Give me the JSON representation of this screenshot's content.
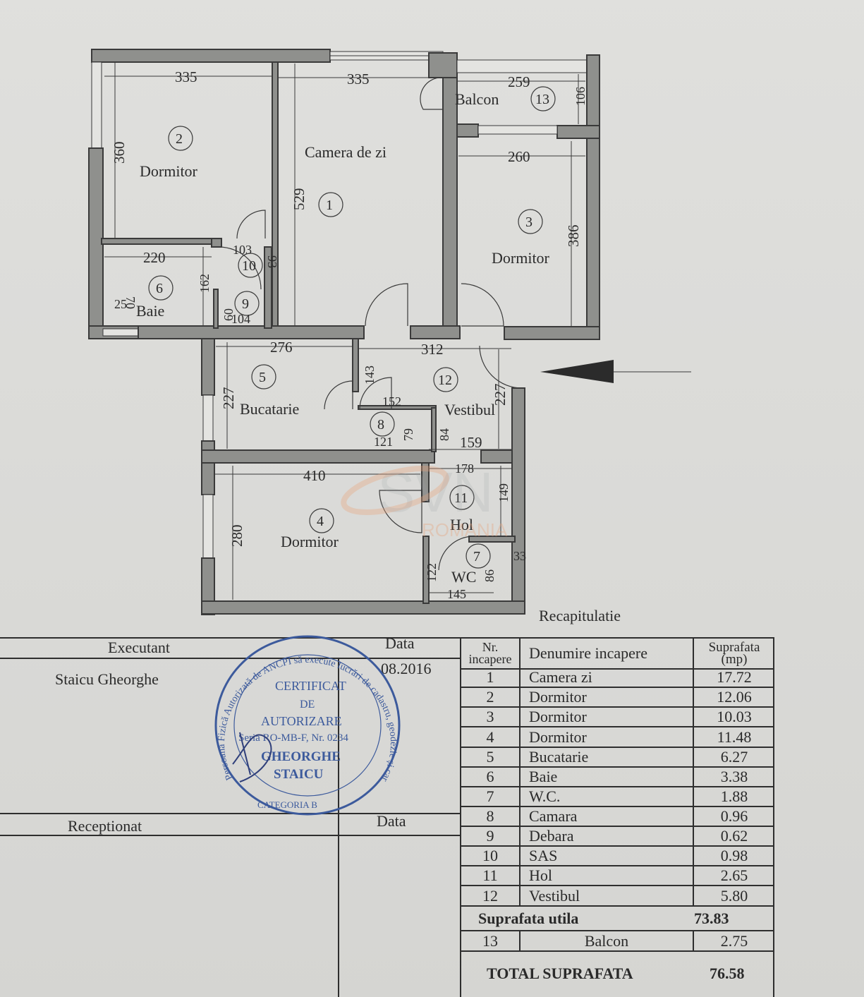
{
  "plan": {
    "rooms": [
      {
        "nr": "1",
        "label": "Camera de zi",
        "dims": [
          "335",
          "529"
        ]
      },
      {
        "nr": "2",
        "label": "Dormitor",
        "dims": [
          "335",
          "360"
        ]
      },
      {
        "nr": "3",
        "label": "Dormitor",
        "dims": [
          "260",
          "386"
        ]
      },
      {
        "nr": "4",
        "label": "Dormitor",
        "dims": [
          "410",
          "280"
        ]
      },
      {
        "nr": "5",
        "label": "Bucatarie",
        "dims": [
          "276",
          "227"
        ]
      },
      {
        "nr": "6",
        "label": "Baie",
        "dims": [
          "220",
          "162",
          "70",
          "25"
        ]
      },
      {
        "nr": "7",
        "label": "WC",
        "dims": [
          "145",
          "122",
          "86",
          "33"
        ]
      },
      {
        "nr": "8",
        "label": "",
        "dims": [
          "152",
          "121",
          "79",
          "143"
        ]
      },
      {
        "nr": "9",
        "label": "",
        "dims": [
          "104",
          "60"
        ]
      },
      {
        "nr": "10",
        "label": "",
        "dims": [
          "103",
          "93"
        ]
      },
      {
        "nr": "11",
        "label": "Hol",
        "dims": [
          "178",
          "149"
        ]
      },
      {
        "nr": "12",
        "label": "Vestibul",
        "dims": [
          "312",
          "227",
          "84",
          "159"
        ]
      },
      {
        "nr": "13",
        "label": "Balcon",
        "dims": [
          "259",
          "106"
        ]
      }
    ],
    "entrance_arrow": "entrance-arrow-icon",
    "watermark": {
      "line1": "SVN",
      "line2": "ROMANIA",
      "color": "#e8a27a"
    }
  },
  "signatures": {
    "executant_label": "Executant",
    "executant_name": "Staicu Gheorghe",
    "data_label": "Data",
    "data_value": "08.2016",
    "receptionat_label": "Receptionat",
    "data_label_2": "Data"
  },
  "stamp": {
    "ring_text": "Persoană Fizică Autorizată de ANCPI să execute lucrări de cadastru, geodezie și cartografie",
    "line1": "CERTIFICAT",
    "line2": "DE",
    "line3": "AUTORIZARE",
    "line4": "Seria RO-MB-F, Nr. 0234",
    "line5": "GHEORGHE",
    "line6": "STAICU",
    "category": "CATEGORIA B",
    "color": "#3c5a9c"
  },
  "recap": {
    "title": "Recapitulatie",
    "headers": {
      "nr_line1": "Nr.",
      "nr_line2": "incapere",
      "name": "Denumire incapere",
      "area_line1": "Suprafata",
      "area_line2": "(mp)"
    },
    "rows": [
      {
        "nr": "1",
        "name": "Camera zi",
        "area": "17.72"
      },
      {
        "nr": "2",
        "name": "Dormitor",
        "area": "12.06"
      },
      {
        "nr": "3",
        "name": "Dormitor",
        "area": "10.03"
      },
      {
        "nr": "4",
        "name": "Dormitor",
        "area": "11.48"
      },
      {
        "nr": "5",
        "name": "Bucatarie",
        "area": "6.27"
      },
      {
        "nr": "6",
        "name": "Baie",
        "area": "3.38"
      },
      {
        "nr": "7",
        "name": "W.C.",
        "area": "1.88"
      },
      {
        "nr": "8",
        "name": "Camara",
        "area": "0.96"
      },
      {
        "nr": "9",
        "name": "Debara",
        "area": "0.62"
      },
      {
        "nr": "10",
        "name": "SAS",
        "area": "0.98"
      },
      {
        "nr": "11",
        "name": "Hol",
        "area": "2.65"
      },
      {
        "nr": "12",
        "name": "Vestibul",
        "area": "5.80"
      }
    ],
    "useful_label": "Suprafata utila",
    "useful_value": "73.83",
    "balcony": {
      "nr": "13",
      "name": "Balcon",
      "area": "2.75"
    },
    "total_label": "TOTAL SUPRAFATA",
    "total_value": "76.58"
  }
}
